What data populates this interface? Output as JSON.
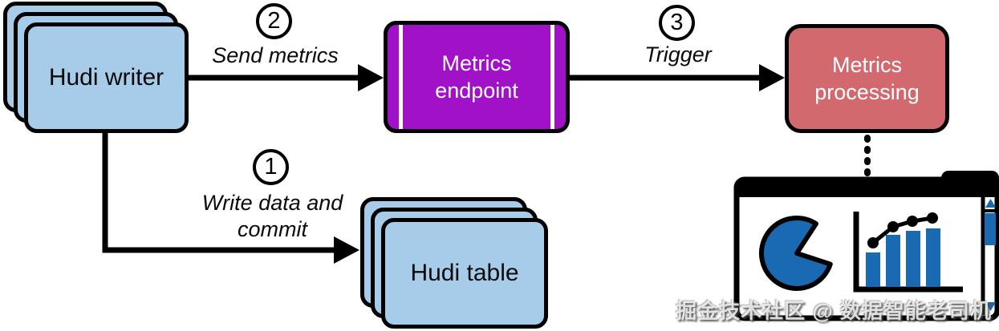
{
  "colors": {
    "box_blue": "#A7CCE9",
    "purple": "#A011C8",
    "red": "#D2696F",
    "chart_blue": "#1A69B3",
    "outline": "#000000"
  },
  "nodes": {
    "hudi_writer": "Hudi writer",
    "metrics_endpoint": "Metrics endpoint",
    "metrics_processing": "Metrics processing",
    "hudi_table": "Hudi table"
  },
  "steps": {
    "step1": {
      "number": "1",
      "label": "Write data and commit"
    },
    "step2": {
      "number": "2",
      "label": "Send metrics"
    },
    "step3": {
      "number": "3",
      "label": "Trigger"
    }
  },
  "dashboard": {
    "icons": [
      "browser-window",
      "window-dots",
      "scrollbar",
      "pie-chart",
      "bar-chart",
      "trend-line"
    ]
  },
  "watermark": "掘金技术社区 @ 数据智能老司机"
}
